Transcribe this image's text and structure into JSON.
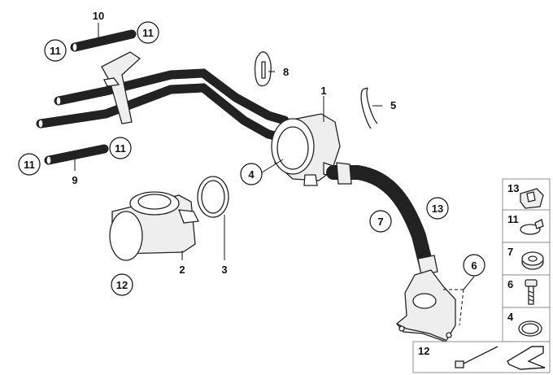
{
  "callouts": {
    "c1": "1",
    "c2": "2",
    "c3": "3",
    "c4": "4",
    "c5": "5",
    "c6": "6",
    "c7": "7",
    "c8": "8",
    "c9": "9",
    "c10": "10",
    "c11a": "11",
    "c11b": "11",
    "c11c": "11",
    "c11d": "11",
    "c12": "12",
    "c13": "13"
  },
  "legend": {
    "l13": "13",
    "l11": "11",
    "l7": "7",
    "l6": "6",
    "l4": "4",
    "l12": "12"
  },
  "colors": {
    "line": "#222222",
    "fill_light": "#eeeeee",
    "fill_mid": "#d0d0d0",
    "arrow_fill": "#ffffff"
  }
}
